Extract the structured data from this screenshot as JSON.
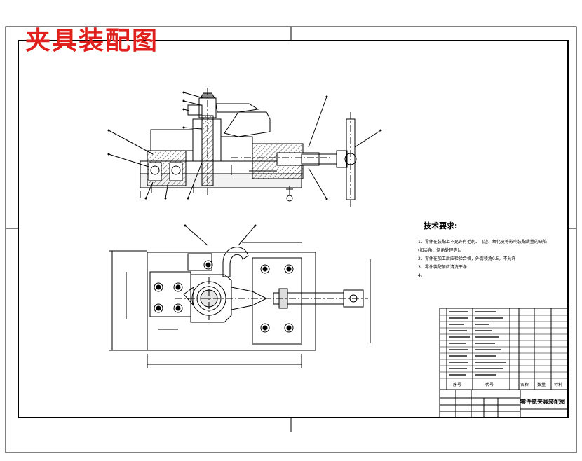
{
  "title": "夹具装配图",
  "tech_requirements": {
    "heading": "技术要求:",
    "lines": [
      "1、零件在装配上不允许有毛刺、飞边、氧化皮等影响装配质量的缺陷",
      "(如尖角、倒角处理等)。",
      "2、零件在加工后应检验合格，外露棱角0.5，不允许",
      "3、零件装配前应清洗干净",
      "4。"
    ]
  },
  "title_block": {
    "drawing_name": "零件铣夹具装配图",
    "header_labels": [
      "序号",
      "代号",
      "名称",
      "数量",
      "材料"
    ]
  }
}
